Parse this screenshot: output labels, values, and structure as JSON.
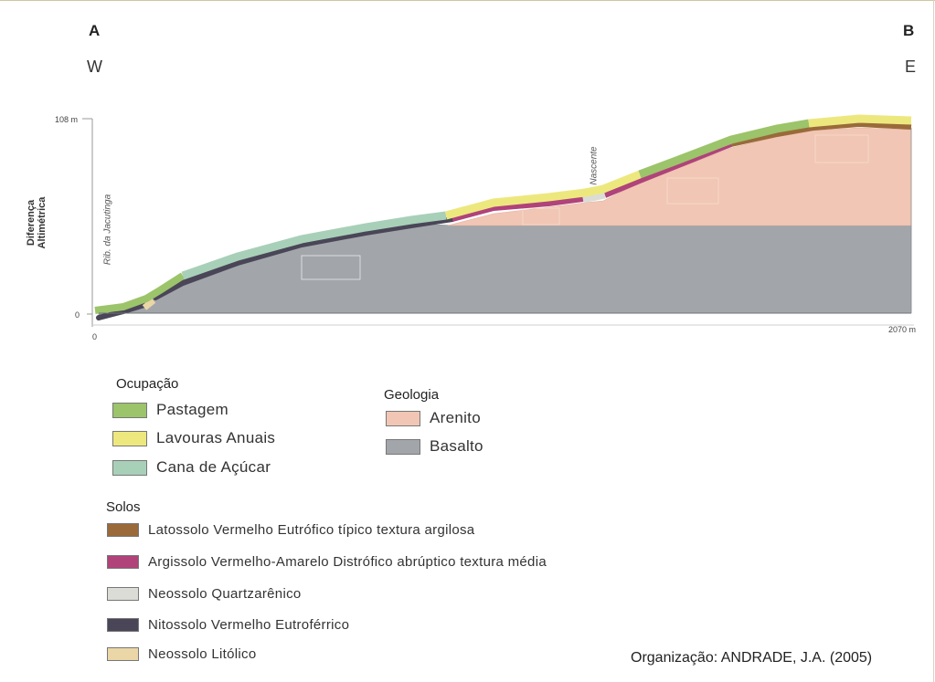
{
  "profile": {
    "point_a": "A",
    "point_b": "B",
    "dir_west": "W",
    "dir_east": "E",
    "y_max_label": "108 m",
    "y_min_label": "0",
    "x_min_label": "0",
    "x_max_label": "2070 m",
    "y_axis_title_line1": "Diferença",
    "y_axis_title_line2": "Altimétrica",
    "river_label": "Rib. da Jacutinga",
    "spring_label": "Nascente"
  },
  "colors": {
    "pastagem": "#9cc46a",
    "lavouras": "#ede87e",
    "cana": "#a8d0b8",
    "arenito": "#f1c6b4",
    "basalto": "#a2a6aa",
    "latossolo": "#9a6a3a",
    "argissolo": "#b0437a",
    "quartzarenico": "#dcdcd6",
    "nitossolo": "#4a4658",
    "litolico": "#ead6a6"
  },
  "legend_ocupacao": {
    "title": "Ocupação",
    "items": [
      {
        "label": "Pastagem",
        "color": "#9cc46a"
      },
      {
        "label": "Lavouras  Anuais",
        "color": "#ede87e"
      },
      {
        "label": "Cana de Açúcar",
        "color": "#a8d0b8"
      }
    ]
  },
  "legend_geologia": {
    "title": "Geologia",
    "items": [
      {
        "label": "Arenito",
        "color": "#f1c6b4"
      },
      {
        "label": "Basalto",
        "color": "#a2a6aa"
      }
    ]
  },
  "legend_solos": {
    "title": "Solos",
    "items": [
      {
        "label": "Latossolo  Vermelho  Eutrófico  típico  textura  argilosa",
        "color": "#9a6a3a"
      },
      {
        "label": "Argissolo  Vermelho-Amarelo  Distrófico  abrúptico  textura  média",
        "color": "#b0437a"
      },
      {
        "label": "Neossolo  Quartzarênico",
        "color": "#dcdcd6"
      },
      {
        "label": "Nitossolo  Vermelho  Eutroférrico",
        "color": "#4a4658"
      },
      {
        "label": "Neossolo  Litólico",
        "color": "#ead6a6"
      }
    ]
  },
  "credit": "Organização: ANDRADE, J.A. (2005)"
}
